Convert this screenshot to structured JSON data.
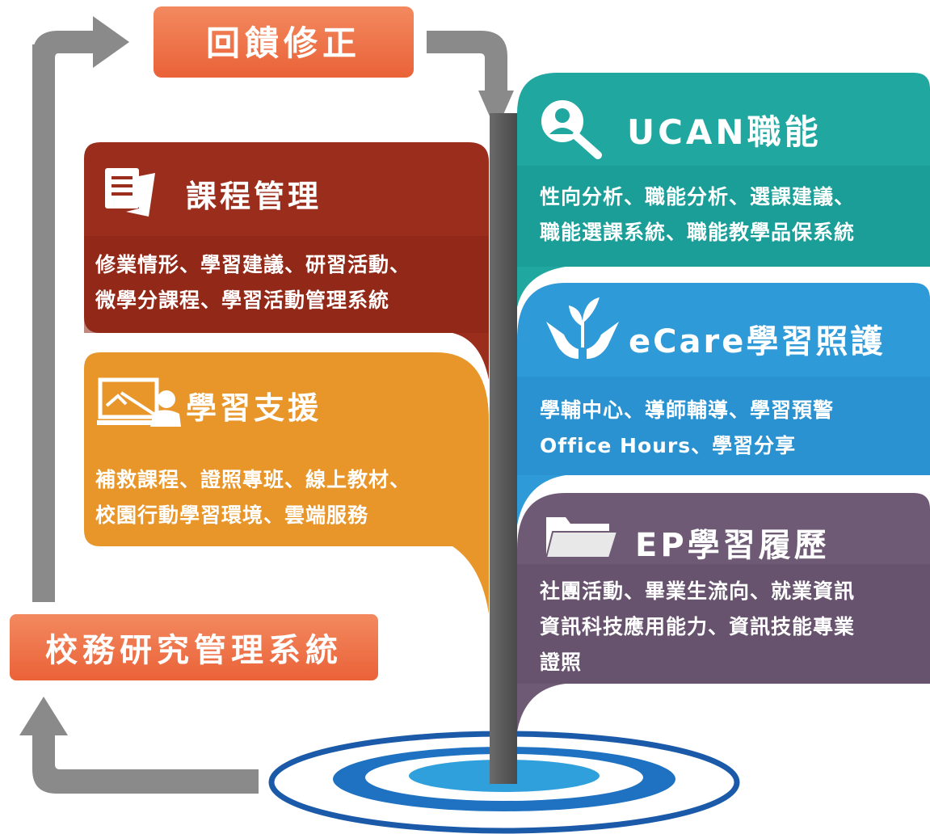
{
  "top_box": {
    "label": "回饋修正"
  },
  "bottom_box": {
    "label": "校務研究管理系統"
  },
  "cards": {
    "course": {
      "title": "課程管理",
      "line1": "修業情形、學習建議、研習活動、",
      "line2": "微學分課程、學習活動管理系統",
      "icon": "document-icon",
      "color": "#9b2d1c"
    },
    "support": {
      "title": "學習支援",
      "line1": "補救課程、證照專班、線上教材、",
      "line2": "校園行動學習環境、雲端服務",
      "icon": "teacher-board-icon",
      "color": "#e8962a"
    },
    "ucan": {
      "title": "UCAN職能",
      "line1": "性向分析、職能分析、選課建議、",
      "line2": "職能選課系統、職能教學品保系統",
      "icon": "magnifier-person-icon",
      "color": "#1fa7a0"
    },
    "ecare": {
      "title": "eCare學習照護",
      "line1": "學輔中心、導師輔導、學習預警",
      "line2": "Office Hours、學習分享",
      "icon": "hands-plant-icon",
      "color": "#2f9ad8"
    },
    "ep": {
      "title": "EP學習履歷",
      "line1": "社團活動、畢業生流向、就業資訊",
      "line2": "資訊科技應用能力、資訊技能專業",
      "line3": "證照",
      "icon": "folder-icon",
      "color": "#6e5a75"
    }
  }
}
